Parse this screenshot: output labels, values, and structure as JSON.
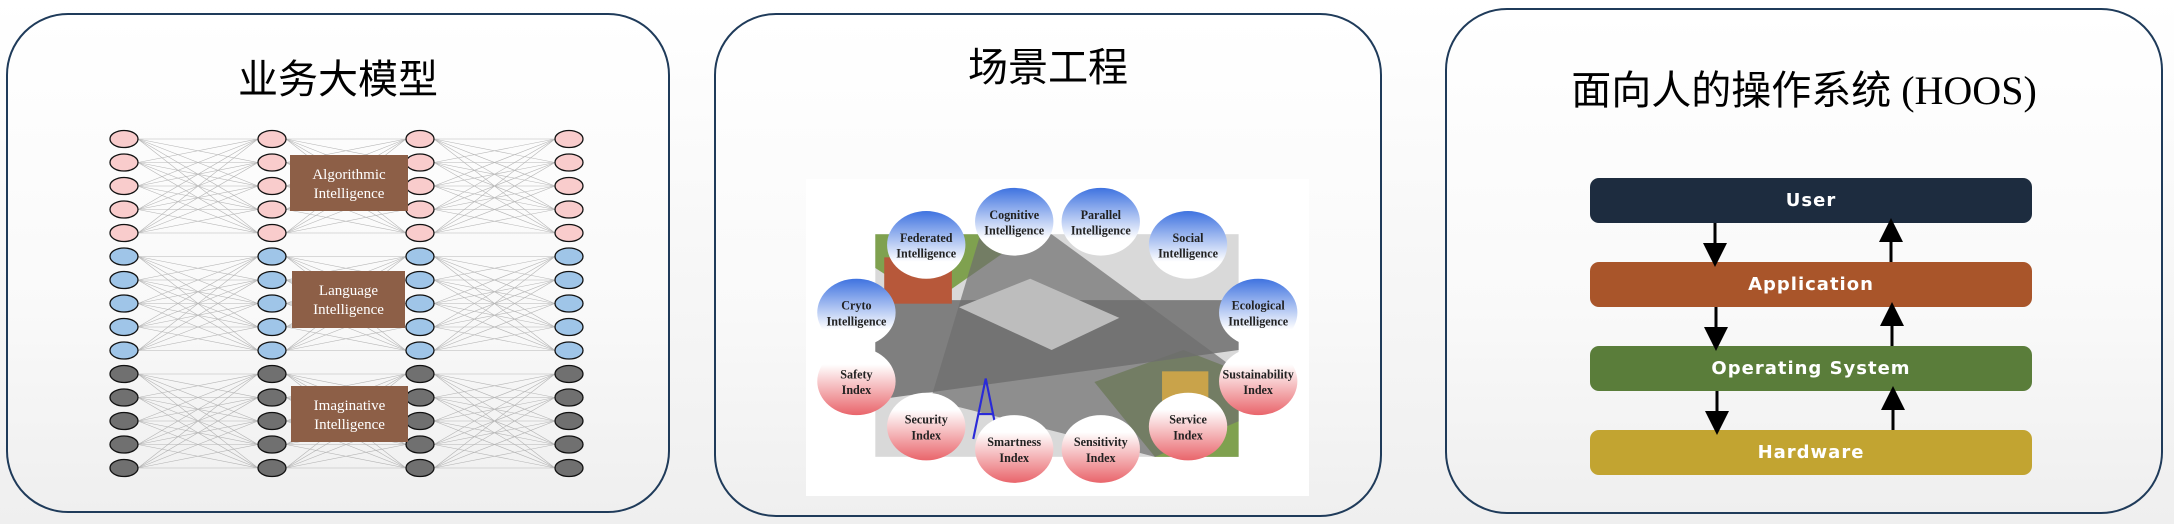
{
  "panels": {
    "business_model": {
      "title": "业务大模型",
      "boxes": [
        {
          "line1": "Algorithmic",
          "line2": "Intelligence"
        },
        {
          "line1": "Language",
          "line2": "Intelligence"
        },
        {
          "line1": "Imaginative",
          "line2": "Intelligence"
        }
      ],
      "group_colors": [
        "#f9cccc",
        "#9fc5e8",
        "#707070"
      ],
      "box_color": "#8d5f47"
    },
    "scenario_engineering": {
      "title": "场景工程",
      "intelligence_bubbles": [
        {
          "line1": "Federated",
          "line2": "Intelligence"
        },
        {
          "line1": "Cognitive",
          "line2": "Intelligence"
        },
        {
          "line1": "Parallel",
          "line2": "Intelligence"
        },
        {
          "line1": "Social",
          "line2": "Intelligence"
        },
        {
          "line1": "Cryto",
          "line2": "Intelligence"
        },
        {
          "line1": "Ecological",
          "line2": "Intelligence"
        }
      ],
      "index_bubbles": [
        {
          "line1": "Safety",
          "line2": "Index"
        },
        {
          "line1": "Sustainability",
          "line2": "Index"
        },
        {
          "line1": "Security",
          "line2": "Index"
        },
        {
          "line1": "Smartness",
          "line2": "Index"
        },
        {
          "line1": "Sensitivity",
          "line2": "Index"
        },
        {
          "line1": "Service",
          "line2": "Index"
        }
      ]
    },
    "hoos": {
      "title": "面向人的操作系统 (HOOS)",
      "layers": [
        {
          "label": "User",
          "color": "#1d2c3f"
        },
        {
          "label": "Application",
          "color": "#a9552a"
        },
        {
          "label": "Operating System",
          "color": "#5a7d3a"
        },
        {
          "label": "Hardware",
          "color": "#c2a431"
        }
      ]
    }
  }
}
